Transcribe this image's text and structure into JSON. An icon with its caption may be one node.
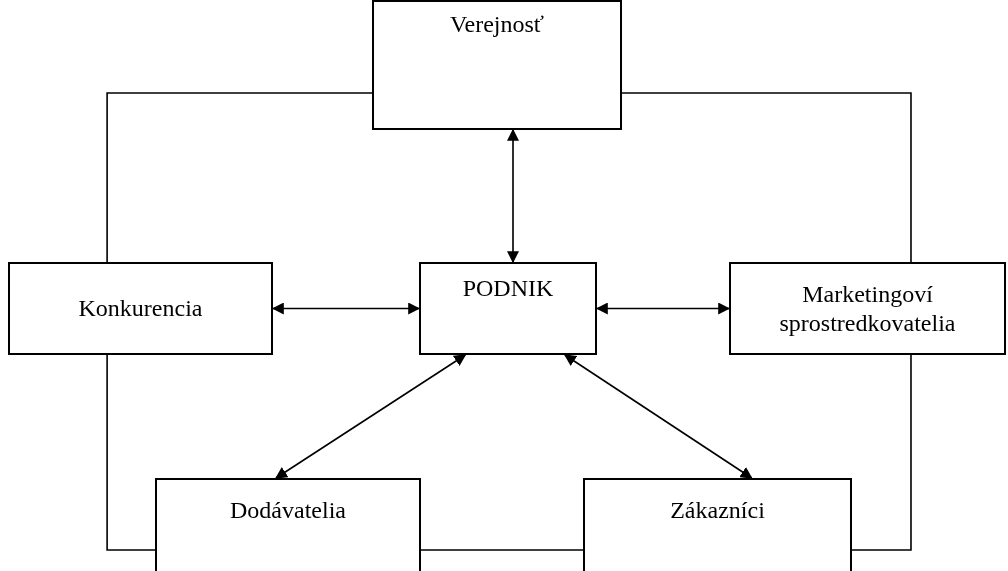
{
  "diagram": {
    "nodes": [
      {
        "text": [
          "Verejnosť"
        ]
      },
      {
        "text": [
          "Konkurencia"
        ]
      },
      {
        "text": [
          "PODNIK"
        ]
      },
      {
        "text": [
          "Marketingoví sprostredkovatelia"
        ]
      },
      {
        "text": [
          "Dodávatelia"
        ]
      },
      {
        "text": [
          "Zákazníci"
        ]
      }
    ],
    "edges": [
      {
        "from": 0,
        "to": 2,
        "arrow": "both"
      },
      {
        "from": 1,
        "to": 2,
        "arrow": "both"
      },
      {
        "from": 2,
        "to": 3,
        "arrow": "both"
      },
      {
        "from": 2,
        "to": 4,
        "arrow": "both"
      },
      {
        "from": 2,
        "to": 5,
        "arrow": "both"
      },
      {
        "from": 0,
        "to": 1,
        "arrow": "none"
      },
      {
        "from": 0,
        "to": 3,
        "arrow": "none"
      },
      {
        "from": 1,
        "to": 4,
        "arrow": "none"
      },
      {
        "from": 3,
        "to": 5,
        "arrow": "none"
      },
      {
        "from": 4,
        "to": 5,
        "arrow": "none"
      }
    ]
  }
}
